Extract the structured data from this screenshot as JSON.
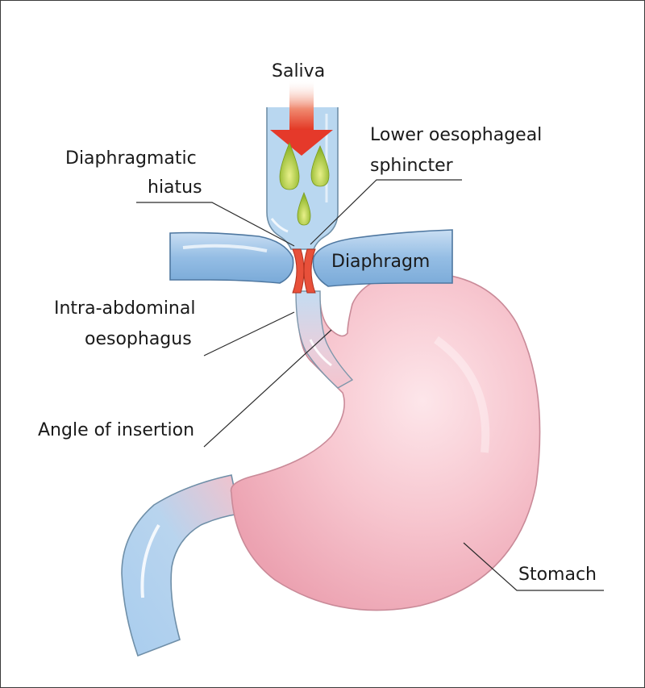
{
  "labels": {
    "saliva": "Saliva",
    "lower_sphincter_line1": "Lower oesophageal",
    "lower_sphincter_line2": "sphincter",
    "hiatus_line1": "Diaphragmatic",
    "hiatus_line2": "hiatus",
    "diaphragm": "Diaphragm",
    "intra_line1": "Intra-abdominal",
    "intra_line2": "oesophagus",
    "angle": "Angle of insertion",
    "stomach": "Stomach"
  },
  "colors": {
    "oesophagus_blue": "#b8d6ee",
    "diaphragm_blue": "#9cc2e6",
    "stomach_pink": "#f5bcc7",
    "sphincter_red": "#e8503a",
    "arrow_red": "#e63a2a",
    "droplet_green": "#a8c832"
  }
}
